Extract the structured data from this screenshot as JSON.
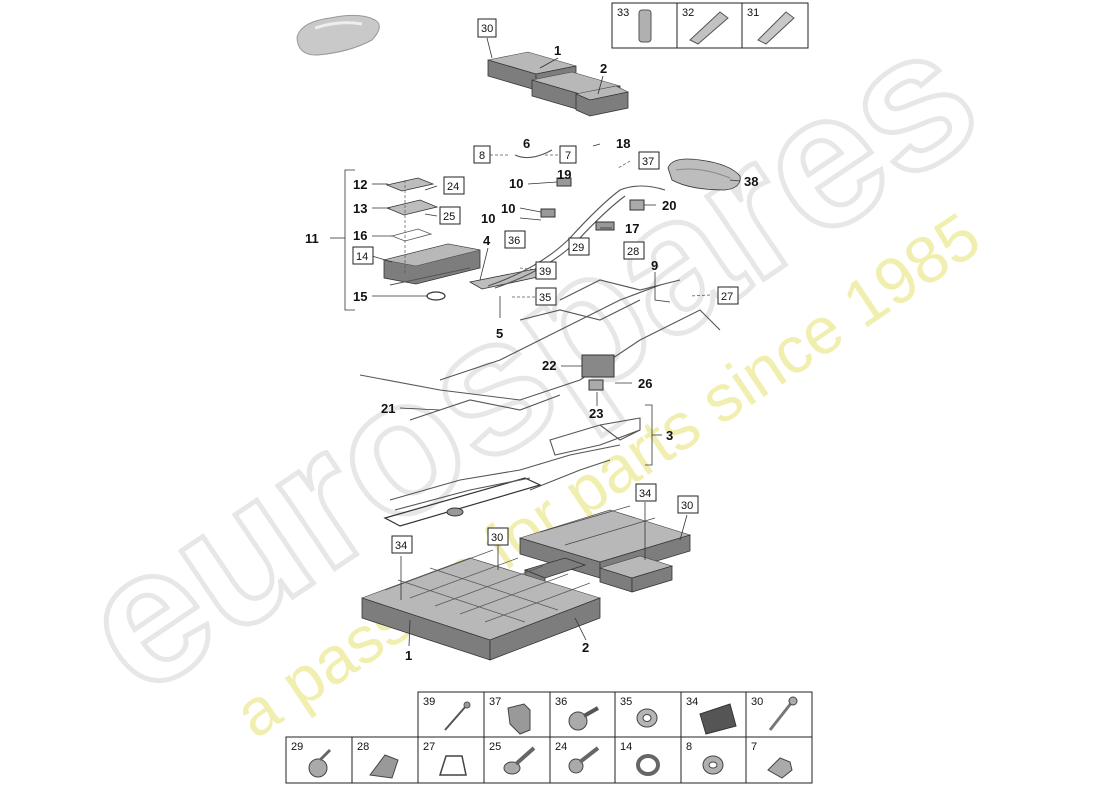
{
  "watermark": {
    "brand": "eurospares",
    "tagline": "a passion for parts since 1985"
  },
  "callouts": [
    "1",
    "2",
    "1",
    "2",
    "3",
    "4",
    "5",
    "6",
    "9",
    "10",
    "10",
    "10",
    "11",
    "12",
    "13",
    "15",
    "16",
    "17",
    "18",
    "19",
    "20",
    "21",
    "22",
    "23",
    "26",
    "38"
  ],
  "boxed_callouts": [
    "30",
    "8",
    "7",
    "37",
    "24",
    "25",
    "14",
    "36",
    "29",
    "39",
    "28",
    "35",
    "27",
    "34",
    "30",
    "34",
    "30"
  ],
  "thumbnails_top": [
    "33",
    "32",
    "31"
  ],
  "thumbnails_row1": [
    "39",
    "37",
    "36",
    "35",
    "34",
    "30"
  ],
  "thumbnails_row2": [
    "29",
    "28",
    "27",
    "25",
    "24",
    "14",
    "8",
    "7"
  ]
}
